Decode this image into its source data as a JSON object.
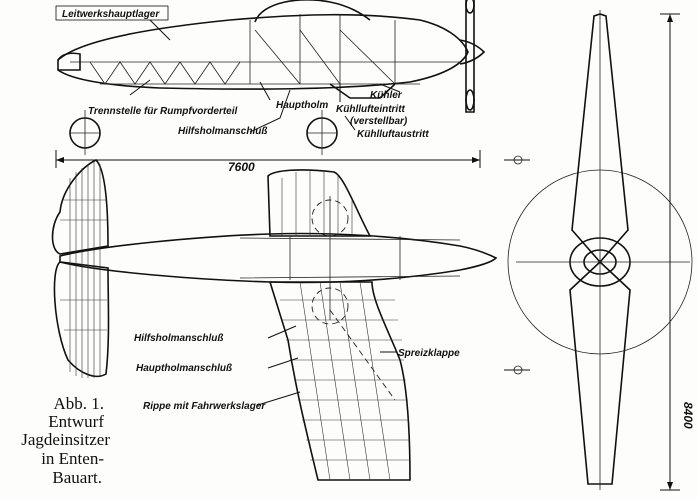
{
  "labels": {
    "leitwerkshauptlager": "Leitwerkshauptlager",
    "trennstelle": "Trennstelle für Rumpfvorderteil",
    "hauptholm": "Hauptholm",
    "kuehler": "Kühler",
    "kuehllufteintritt": "Kühllufteintritt",
    "verstellbar": "(verstellbar)",
    "kuehlluftaustritt": "Kühlluftaustritt",
    "hilfsholmanschluss_top": "Hilfsholmanschluß",
    "hilfsholmanschluss": "Hilfsholmanschluß",
    "hauptholmanschluss": "Hauptholmanschluß",
    "spreizklappe": "Spreizklappe",
    "rippe": "Rippe mit Fahrwerkslager"
  },
  "dimensions": {
    "length": "7600",
    "span": "8400"
  },
  "caption": {
    "line1": "Abb. 1.",
    "line2": "Entwurf",
    "line3": "Jagdeinsitzer",
    "line4": "in Enten-",
    "line5": "Bauart."
  }
}
